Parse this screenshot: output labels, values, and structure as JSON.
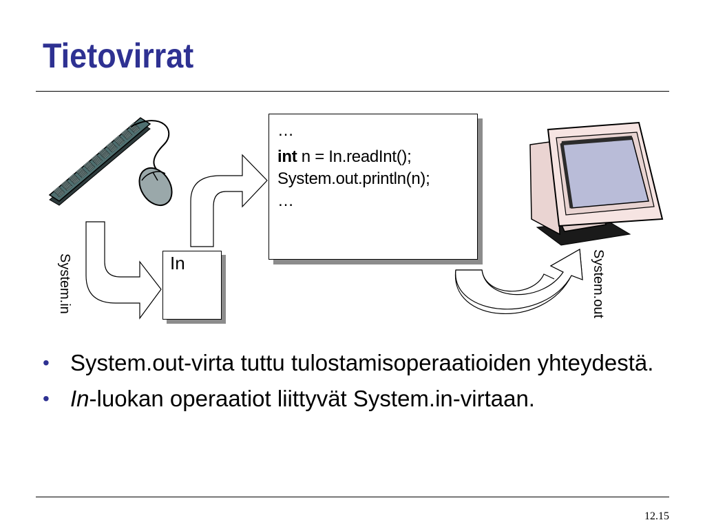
{
  "slide": {
    "title": "Tietovirrat",
    "page_number": "12.15"
  },
  "diagram": {
    "code_lines": [
      {
        "text": "…"
      },
      {
        "keyword": "int",
        "text": " n = In.readInt();"
      },
      {
        "text": "System.out.println(n);"
      },
      {
        "text": "…"
      }
    ],
    "in_box_label": "In",
    "system_in_label": "System.in",
    "system_out_label": "System.out",
    "icons": [
      "keyboard-icon",
      "mouse-icon",
      "monitor-icon"
    ],
    "colors": {
      "keyboard": "#4f6f70",
      "mouse": "#9aa8aa",
      "monitor_casing": "#f6e4e2",
      "monitor_screen": "#b9bcd8",
      "box_shadow": "#8c8c8c"
    }
  },
  "bullets": [
    {
      "italic": "",
      "text": "System.out-virta tuttu tulostamisoperaatioiden yhteydestä."
    },
    {
      "italic": "In",
      "text": "-luokan operaatiot liittyvät System.in-virtaan."
    }
  ],
  "theme": {
    "title_color": "#2e3192",
    "bullet_color": "#2e3192"
  }
}
